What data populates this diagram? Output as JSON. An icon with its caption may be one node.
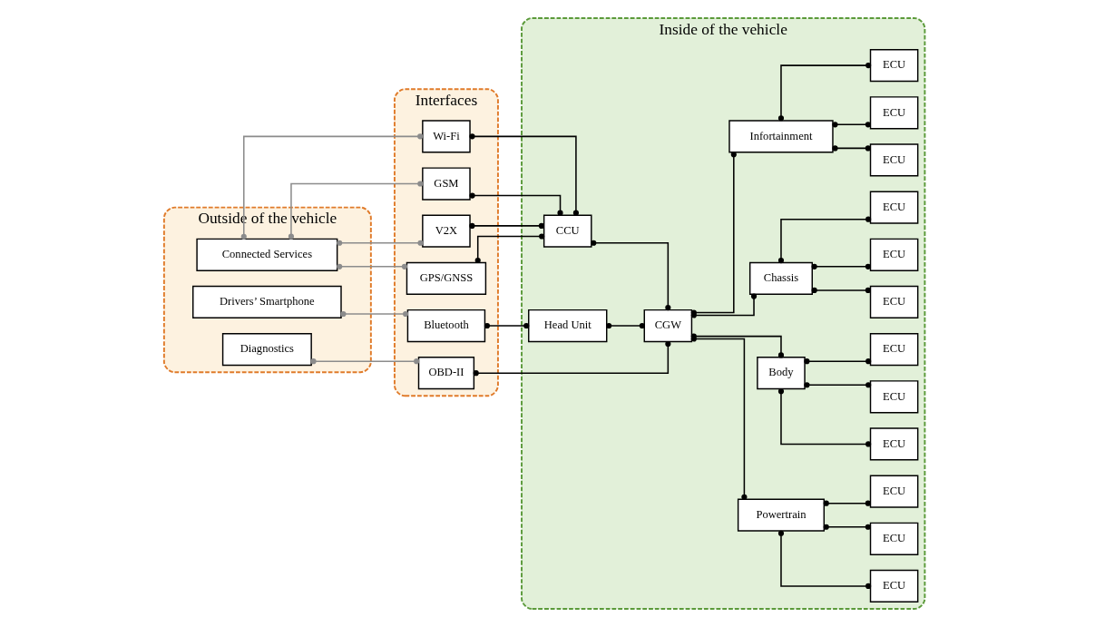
{
  "diagram": {
    "nodes": [
      {
        "text": [
          "Outside of the vehicle"
        ]
      },
      {
        "text": [
          "Connected Services"
        ],
        "in": 0
      },
      {
        "text": [
          "Drivers’ Smartphone"
        ],
        "in": 0
      },
      {
        "text": [
          "Diagnostics"
        ],
        "in": 0
      },
      {
        "text": [
          "Interfaces"
        ]
      },
      {
        "text": [
          "Wi-Fi"
        ],
        "in": 4
      },
      {
        "text": [
          "GSM"
        ],
        "in": 4
      },
      {
        "text": [
          "V2X"
        ],
        "in": 4
      },
      {
        "text": [
          "GPS/GNSS"
        ],
        "in": 4
      },
      {
        "text": [
          "Bluetooth"
        ],
        "in": 4
      },
      {
        "text": [
          "OBD-II"
        ],
        "in": 4
      },
      {
        "text": [
          "Inside of the vehicle"
        ]
      },
      {
        "text": [
          "CCU"
        ],
        "in": 11
      },
      {
        "text": [
          "Head Unit"
        ],
        "in": 11
      },
      {
        "text": [
          "CGW"
        ],
        "in": 11
      },
      {
        "text": [
          "Powertrain"
        ],
        "in": 11
      },
      {
        "text": [
          "ECU"
        ],
        "in": 11
      },
      {
        "text": [
          "ECU"
        ],
        "in": 11
      },
      {
        "text": [
          "ECU"
        ],
        "in": 11
      },
      {
        "text": [
          "Body"
        ],
        "in": 11
      },
      {
        "text": [
          "ECU"
        ],
        "in": 11
      },
      {
        "text": [
          "ECU"
        ],
        "in": 11
      },
      {
        "text": [
          "ECU"
        ],
        "in": 11
      },
      {
        "text": [
          "Chassis"
        ],
        "in": 11
      },
      {
        "text": [
          "ECU"
        ],
        "in": 11
      },
      {
        "text": [
          "ECU"
        ],
        "in": 11
      },
      {
        "text": [
          "ECU"
        ],
        "in": 11
      },
      {
        "text": [
          "Infortainment"
        ],
        "in": 11
      },
      {
        "text": [
          "ECU"
        ],
        "in": 11
      },
      {
        "text": [
          "ECU"
        ],
        "in": 11
      },
      {
        "text": [
          "ECU"
        ],
        "in": 11
      }
    ],
    "edges": [
      {
        "from": 1,
        "to": 5,
        "arrow": "other",
        "color": "#8c8c8c"
      },
      {
        "from": 1,
        "to": 6,
        "arrow": "other",
        "color": "#8c8c8c"
      },
      {
        "from": 1,
        "to": 7,
        "arrow": "other",
        "color": "#8c8c8c"
      },
      {
        "from": 1,
        "to": 8,
        "arrow": "other",
        "color": "#8c8c8c"
      },
      {
        "from": 2,
        "to": 9,
        "arrow": "other",
        "color": "#8c8c8c"
      },
      {
        "from": 3,
        "to": 10,
        "arrow": "other",
        "color": "#8c8c8c"
      },
      {
        "from": 5,
        "to": 12,
        "arrow": "other"
      },
      {
        "from": 6,
        "to": 12,
        "arrow": "other"
      },
      {
        "from": 7,
        "to": 12,
        "arrow": "other"
      },
      {
        "from": 8,
        "to": 12,
        "arrow": "other"
      },
      {
        "from": 9,
        "to": 13,
        "arrow": "other"
      },
      {
        "from": 10,
        "to": 14,
        "arrow": "other"
      },
      {
        "from": 12,
        "to": 14,
        "arrow": "other"
      },
      {
        "from": 13,
        "to": 14,
        "arrow": "other"
      },
      {
        "from": 14,
        "to": 15,
        "arrow": "other"
      },
      {
        "from": 14,
        "to": 19,
        "arrow": "other"
      },
      {
        "from": 14,
        "to": 23,
        "arrow": "other"
      },
      {
        "from": 14,
        "to": 27,
        "arrow": "other"
      },
      {
        "from": 15,
        "to": 16,
        "arrow": "other"
      },
      {
        "from": 15,
        "to": 17,
        "arrow": "other"
      },
      {
        "from": 15,
        "to": 18,
        "arrow": "other"
      },
      {
        "from": 19,
        "to": 20,
        "arrow": "other"
      },
      {
        "from": 19,
        "to": 21,
        "arrow": "other"
      },
      {
        "from": 19,
        "to": 22,
        "arrow": "other"
      },
      {
        "from": 23,
        "to": 24,
        "arrow": "other"
      },
      {
        "from": 23,
        "to": 25,
        "arrow": "other"
      },
      {
        "from": 23,
        "to": 26,
        "arrow": "other"
      },
      {
        "from": 27,
        "to": 28,
        "arrow": "other"
      },
      {
        "from": 27,
        "to": 29,
        "arrow": "other"
      },
      {
        "from": 27,
        "to": 30,
        "arrow": "other"
      }
    ]
  }
}
